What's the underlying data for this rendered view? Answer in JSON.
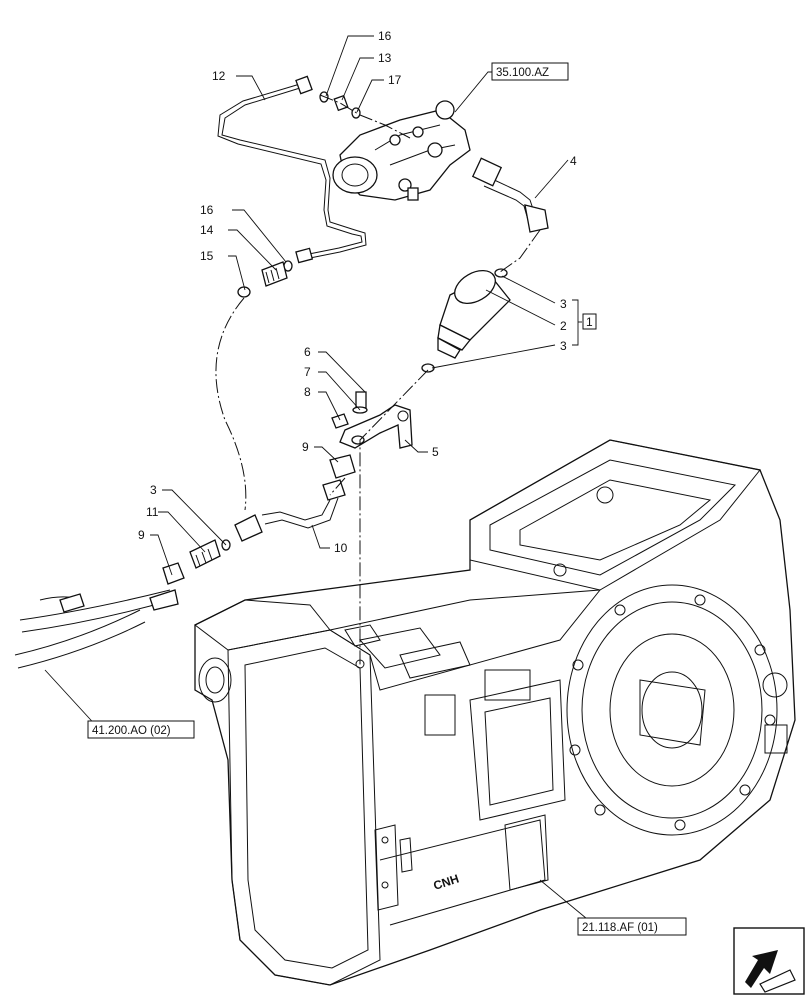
{
  "callouts": {
    "c16a": "16",
    "c13": "13",
    "c17": "17",
    "c12": "12",
    "c4": "4",
    "c16b": "16",
    "c14": "14",
    "c15": "15",
    "c3a": "3",
    "c2": "2",
    "c3b": "3",
    "c1": "1",
    "c6": "6",
    "c7": "7",
    "c8": "8",
    "c5": "5",
    "c9a": "9",
    "c3c": "3",
    "c11": "11",
    "c9b": "9",
    "c10": "10"
  },
  "references": {
    "valve_ref": "35.100.AZ",
    "hose_ref": "41.200.AO (02)",
    "housing_ref": "21.118.AF (01)"
  },
  "housing_brand": "CNH",
  "nav_icon": "arrow-page-icon"
}
